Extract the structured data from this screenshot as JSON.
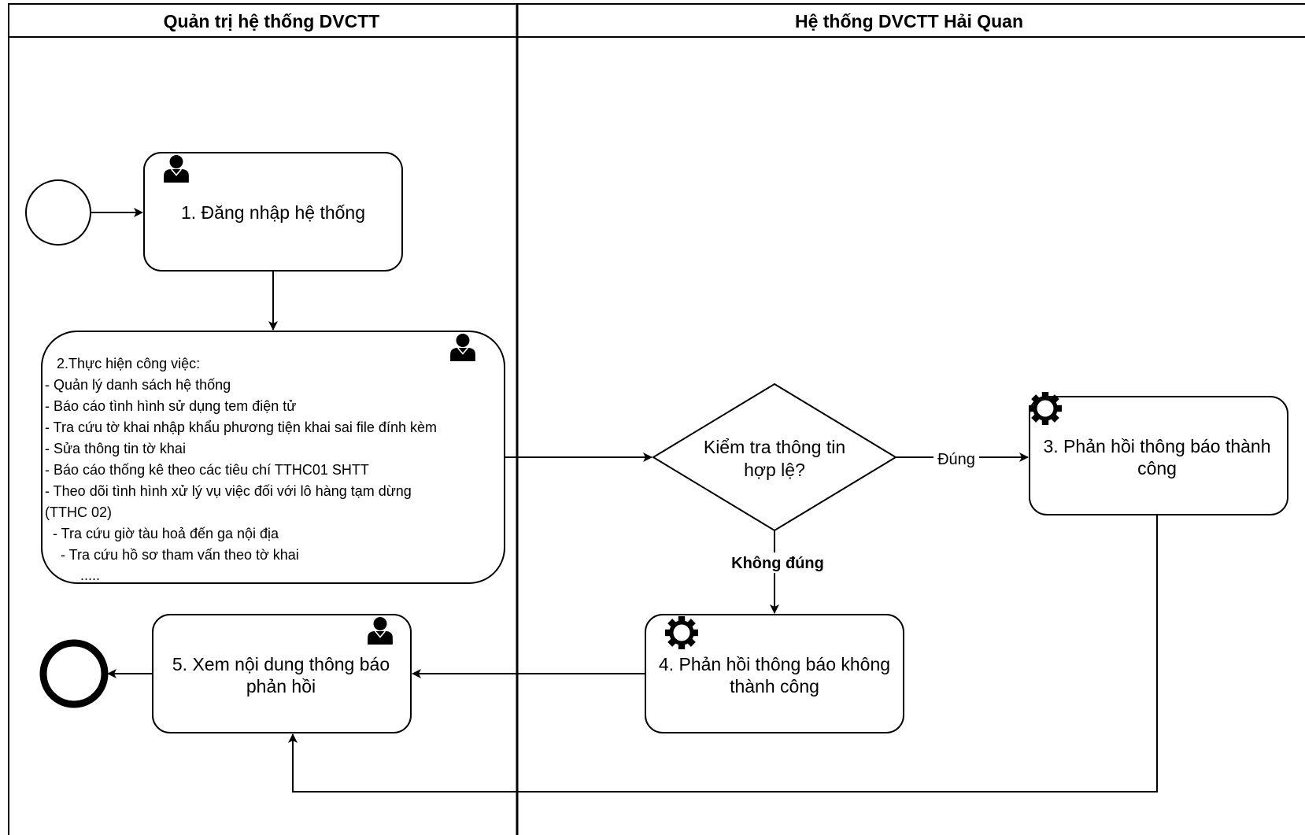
{
  "lanes": {
    "left_title": "Quản trị hệ thống DVCTT",
    "right_title": "Hệ thống DVCTT Hải Quan"
  },
  "nodes": {
    "start": "",
    "task1": "1. Đăng nhập hệ thống",
    "task2": {
      "lines": [
        "   2.Thực hiện công việc:",
        "- Quản lý danh sách hệ thống",
        "- Báo cáo tình hình sử dụng tem điện tử",
        "- Tra cứu tờ khai nhập khẩu phương tiện khai sai file đính kèm",
        "- Sửa thông tin tờ khai",
        "- Báo cáo thống kê theo các tiêu chí TTHC01 SHTT",
        "- Theo dõi tình hình xử lý vụ việc đối với lô hàng tạm dừng",
        "(TTHC 02)",
        "  - Tra cứu giờ tàu hoả đến ga nội địa",
        "    - Tra cứu hồ sơ tham vấn theo tờ khai",
        "         ....."
      ]
    },
    "decision": {
      "line1": "Kiểm tra thông tin",
      "line2": "hợp lệ?"
    },
    "task3": {
      "line1": "3. Phản hồi thông báo thành",
      "line2": "công"
    },
    "task4": {
      "line1": "4. Phản hồi thông báo không",
      "line2": "thành công"
    },
    "task5": {
      "line1": "5. Xem nội dung thông báo",
      "line2": "phản hồi"
    }
  },
  "edges": {
    "yes_label": "Đúng",
    "no_label": "Không đúng"
  },
  "icons": {
    "user": "user-icon",
    "service": "gear-icon"
  },
  "colors": {
    "stroke": "#000000",
    "fill": "#ffffff"
  }
}
